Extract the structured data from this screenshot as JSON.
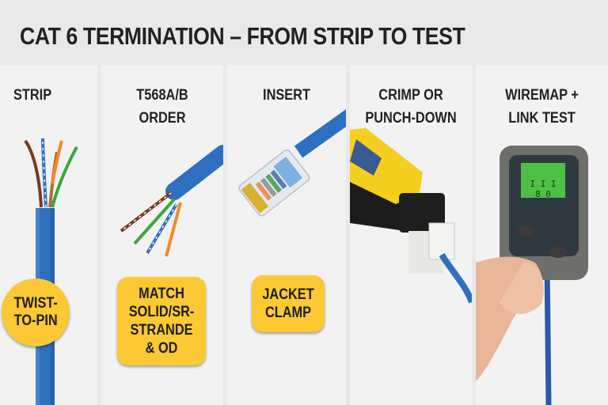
{
  "title": "CAT 6 TERMINATION – FROM STRIP TO TEST",
  "colors": {
    "background": "#e9e9e9",
    "panel": "#f2f2f2",
    "badge": "#fcc934",
    "cable_blue": "#2f6fc0",
    "text": "#222222"
  },
  "panels": [
    {
      "title": "STRIP",
      "badge": "TWIST-\nTO-PIN",
      "illustration": "stripped-cable-icon"
    },
    {
      "title": "T568A/B\nORDER",
      "badge": "MATCH\nSOLID/SR-\nSTRANDE\n& OD",
      "illustration": "fanned-pairs-icon"
    },
    {
      "title": "INSERT",
      "badge": "JACKET\nCLAMP",
      "illustration": "rj45-plug-icon"
    },
    {
      "title": "CRIMP OR\nPUNCH-DOWN",
      "illustration": "punch-down-tool-icon"
    },
    {
      "title": "WIREMAP +\nLINK TEST",
      "illustration": "cable-tester-icon",
      "tester_screen": {
        "line1": "I I I",
        "line2": "8 0"
      }
    }
  ]
}
